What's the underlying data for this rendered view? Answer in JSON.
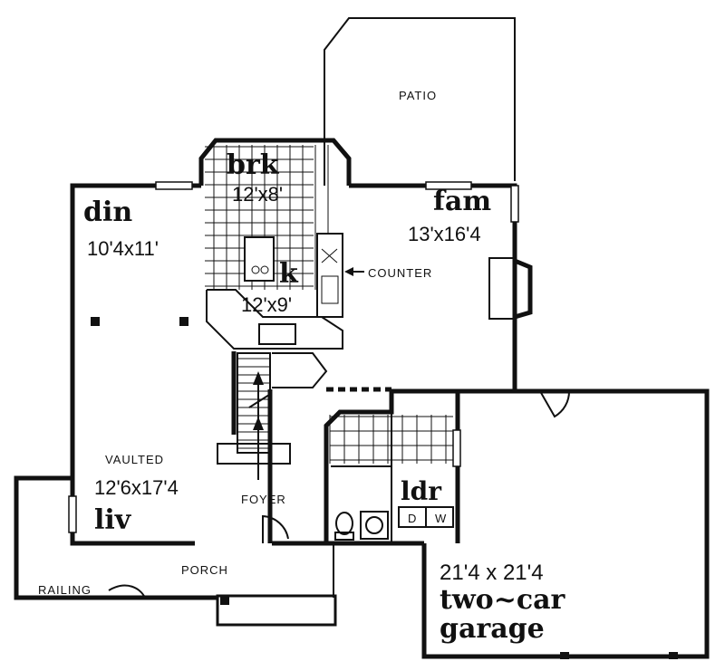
{
  "rooms": {
    "breakfast": {
      "name": "brk",
      "dim": "12'x8'"
    },
    "dining": {
      "name": "din",
      "dim": "10'4x11'"
    },
    "kitchen": {
      "name": "k",
      "dim": "12'x9'"
    },
    "family": {
      "name": "fam",
      "dim": "13'x16'4"
    },
    "living": {
      "name": "liv",
      "note": "VAULTED",
      "dim": "12'6x17'4"
    },
    "laundry": {
      "name": "ldr"
    },
    "garage": {
      "dim": "21'4 x 21'4",
      "name_line1": "two~car",
      "name_line2": "garage"
    }
  },
  "labels": {
    "patio": "PATIO",
    "counter": "COUNTER",
    "foyer": "FOYER",
    "porch": "PORCH",
    "railing": "RAILING",
    "dryer": "D",
    "washer": "W"
  }
}
